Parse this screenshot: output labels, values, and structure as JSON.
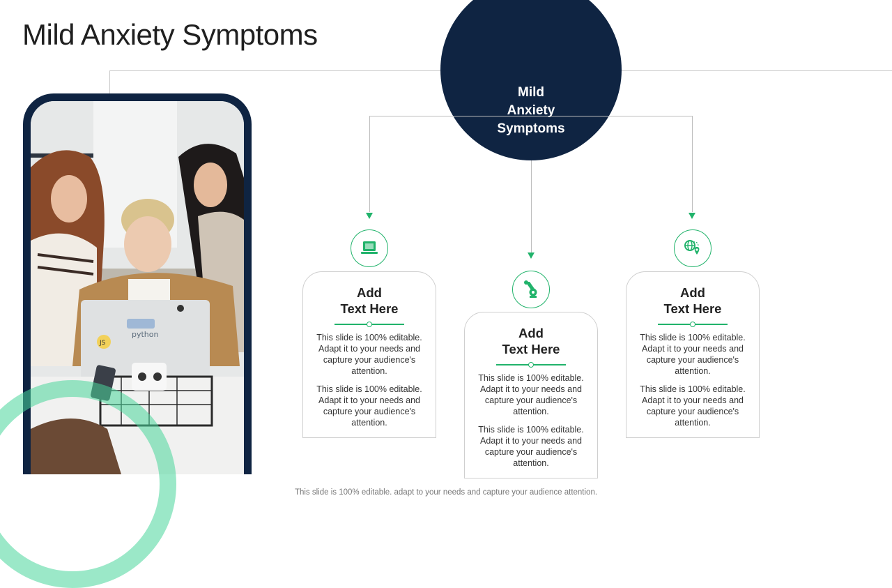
{
  "page": {
    "title": "Mild Anxiety Symptoms"
  },
  "hub": {
    "label": "Mild\nAnxiety\nSymptoms"
  },
  "cards": [
    {
      "icon": "laptop-icon",
      "title": "Add\nText Here",
      "text1": "This slide is 100% editable. Adapt it to your needs and capture your audience's attention.",
      "text2": "This slide is 100% editable. Adapt it to your needs and capture your audience's attention."
    },
    {
      "icon": "robot-arm-icon",
      "title": "Add\nText Here",
      "text1": "This slide is 100% editable. Adapt it to your needs and capture your audience's attention.",
      "text2": "This slide is 100% editable. Adapt it to your needs and capture your audience's attention."
    },
    {
      "icon": "globe-location-icon",
      "title": "Add\nText Here",
      "text1": "This slide is 100% editable. Adapt it to your needs and capture your audience's attention.",
      "text2": "This slide is 100% editable. Adapt it to your needs and capture your audience's attention."
    }
  ],
  "photo": {
    "laptop_sticker": "python",
    "sticker_js": "JS"
  },
  "footer": "This slide is 100% editable. adapt to your needs and capture your audience attention.",
  "colors": {
    "navy": "#0f2442",
    "green": "#21b36b",
    "mint": "#48d69a"
  }
}
